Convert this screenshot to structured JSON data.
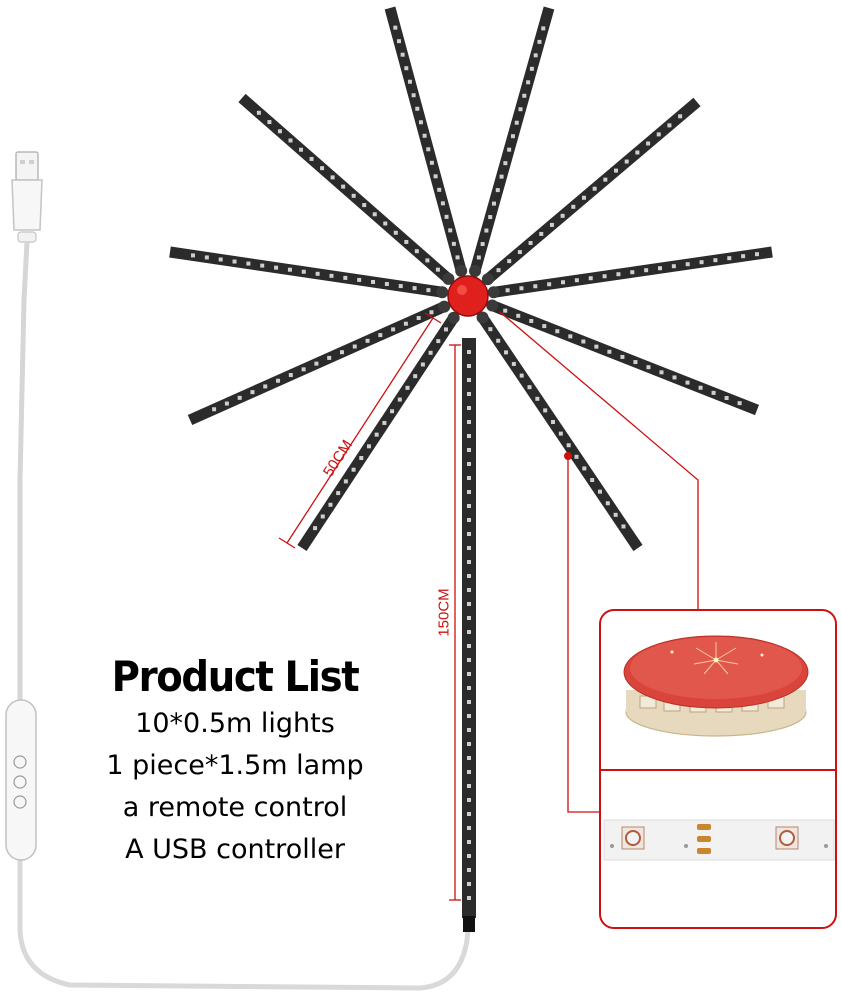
{
  "product_list": {
    "title": "Product List",
    "items": [
      "10*0.5m lights",
      "1 piece*1.5m lamp",
      "a remote control",
      "A USB controller"
    ]
  },
  "dimensions": {
    "branch_length": "50CM",
    "pole_length": "150CM"
  },
  "colors": {
    "accent_red": "#cc1111",
    "hub_red": "#e0201c",
    "strip_dark": "#2b2b2b",
    "cable_white": "#eeeeee"
  },
  "icons": [
    "usb-plug-icon",
    "inline-controller-icon",
    "led-strip-icon",
    "controller-disc-icon"
  ]
}
